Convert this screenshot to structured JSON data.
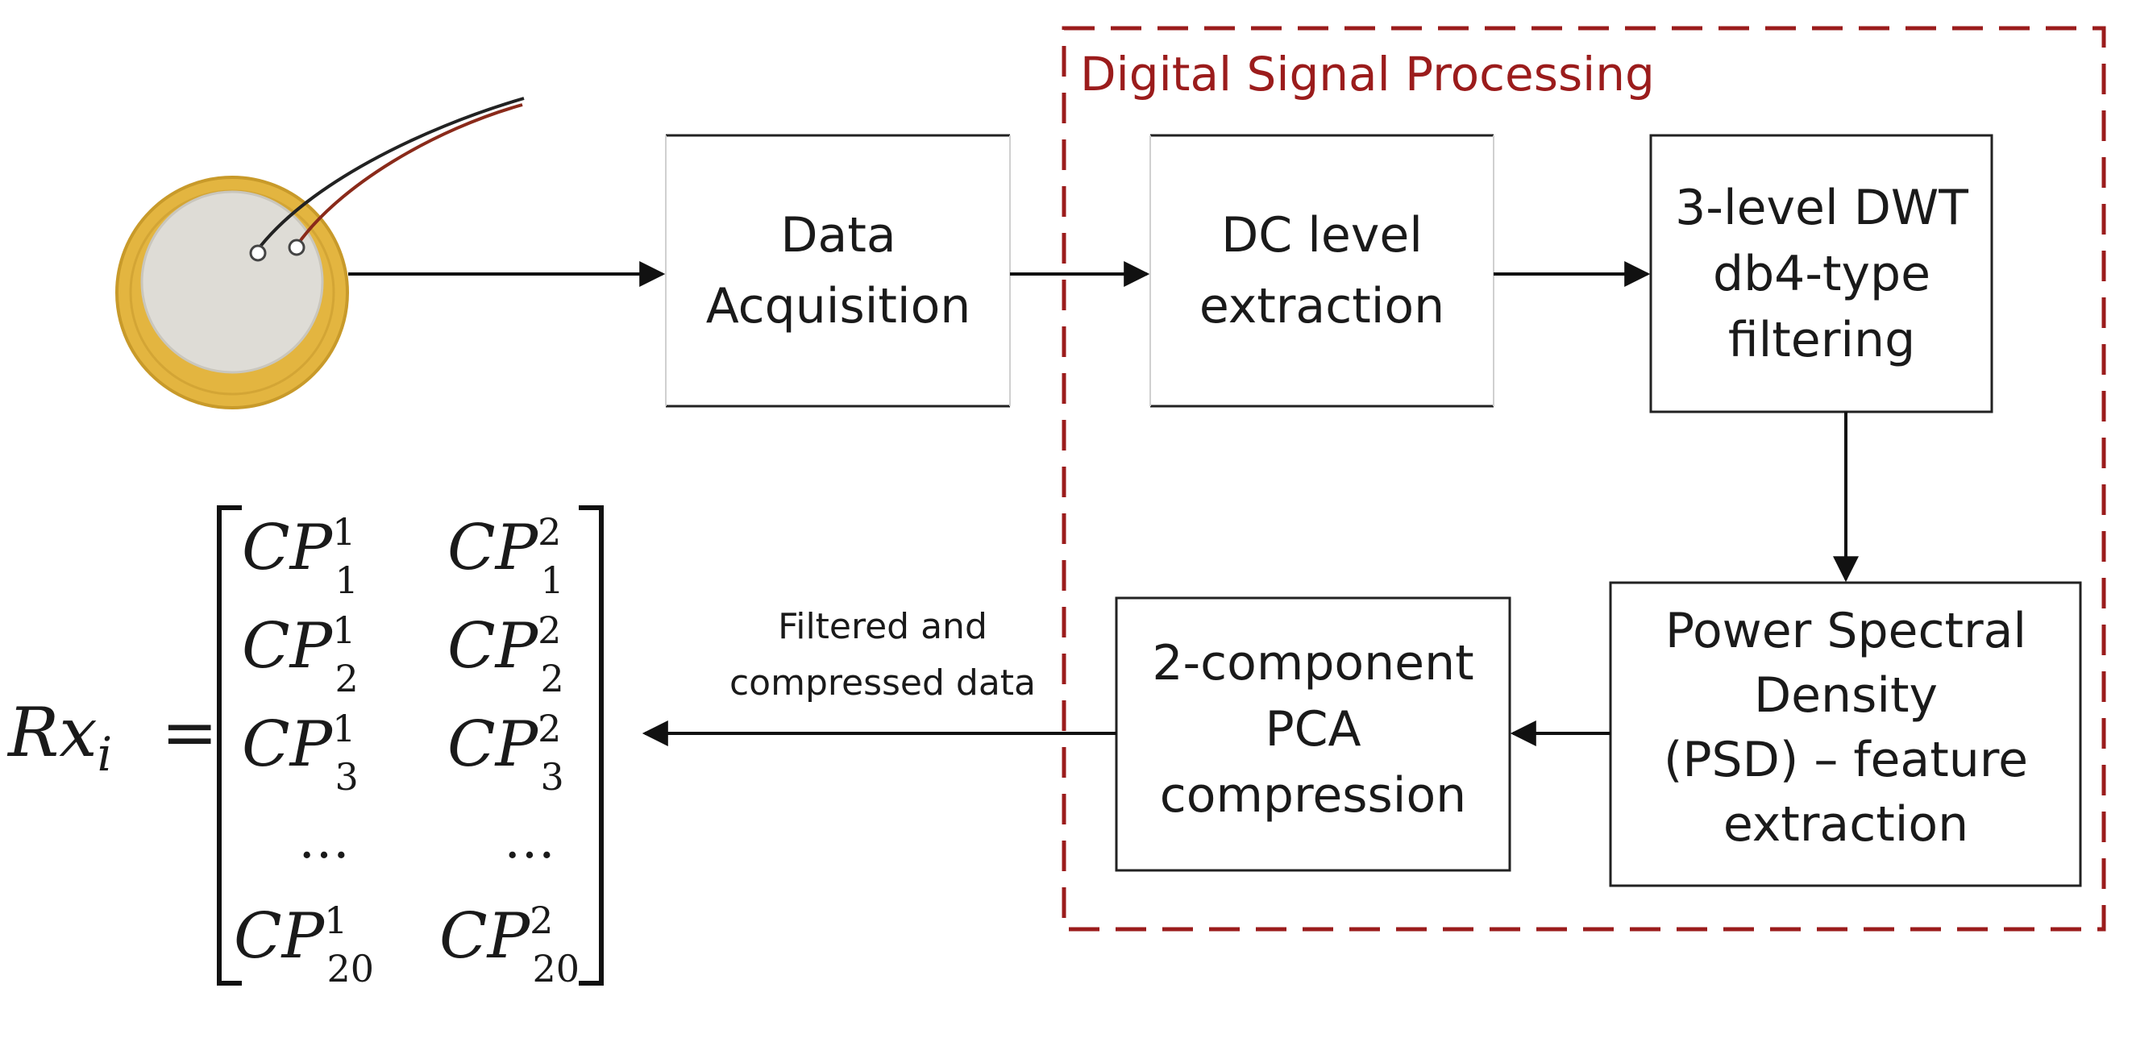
{
  "dsp_region": {
    "label": "Digital Signal Processing",
    "color": "#9b1c1c"
  },
  "sensor": {
    "icon": "piezo-disc-icon",
    "ring_color": "#e0b23a",
    "disc_color": "#dcdcd8"
  },
  "boxes": {
    "data_acquisition": {
      "lines": [
        "Data",
        "Acquisition"
      ]
    },
    "dc_level": {
      "lines": [
        "DC level",
        "extraction"
      ]
    },
    "dwt": {
      "lines": [
        "3-level DWT",
        "db4-type",
        "filtering"
      ]
    },
    "psd": {
      "lines": [
        "Power Spectral",
        "Density",
        "(PSD) – feature",
        "extraction"
      ]
    },
    "pca": {
      "lines": [
        "2-component",
        "PCA",
        "compression"
      ]
    }
  },
  "arrow_label": {
    "lines": [
      "Filtered and",
      "compressed data"
    ]
  },
  "matrix": {
    "lhs_base": "Rx",
    "lhs_sub": "i",
    "equals": "=",
    "symbol": "CP",
    "columns": [
      "1",
      "2"
    ],
    "row_indices": [
      "1",
      "2",
      "3",
      "…",
      "20"
    ],
    "ellipsis": "…"
  }
}
